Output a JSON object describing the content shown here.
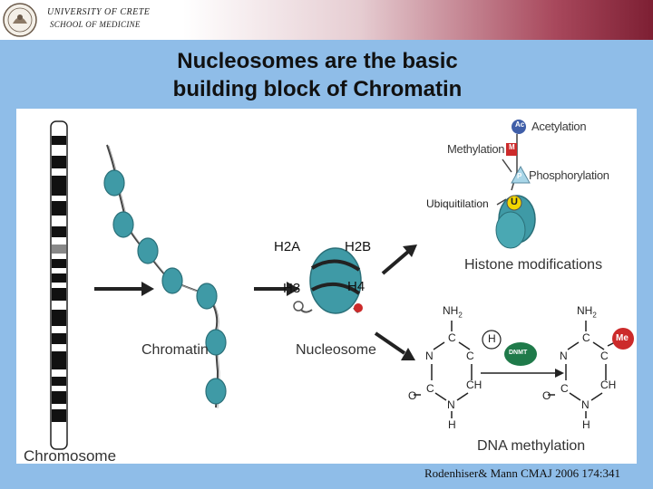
{
  "header": {
    "university": "UNIVERSITY OF CRETE",
    "school": "SCHOOL OF MEDICINE"
  },
  "title": {
    "line1": "Nucleosomes are the basic",
    "line2": "building block of Chromatin"
  },
  "figure": {
    "chromosome": "Chromosome",
    "chromatin": "Chromatin",
    "nucleosome": "Nucleosome",
    "histones": {
      "h2a": "H2A",
      "h2b": "H2B",
      "h3": "H3",
      "h4": "H4"
    },
    "modifications": {
      "acetylation": "Acetylation",
      "acetylation_badge": "Ac",
      "methylation": "Methylation",
      "methylation_badge": "M",
      "phosphorylation": "Phosphorylation",
      "phosphorylation_badge": "P",
      "ubiquitination": "Ubiquitilation",
      "ubiquitination_badge": "U",
      "histone_modifications": "Histone modifications"
    },
    "dna_methylation": {
      "nh2": "NH",
      "nh2_sub": "2",
      "n": "N",
      "c": "C",
      "ch": "CH",
      "o": "O",
      "h": "H",
      "enzyme": "DNMT",
      "methyl_badge": "Me",
      "label": "DNA methylation"
    }
  },
  "citation": "Rodenhiser& Mann CMAJ 2006 174:341",
  "colors": {
    "background": "#8fbde8",
    "nucleosome_teal": "#3f9aa6",
    "methyl_red": "#cc2a2a",
    "acetyl_blue": "#3f5ea8",
    "dnmt_green": "#1f7a4a"
  }
}
